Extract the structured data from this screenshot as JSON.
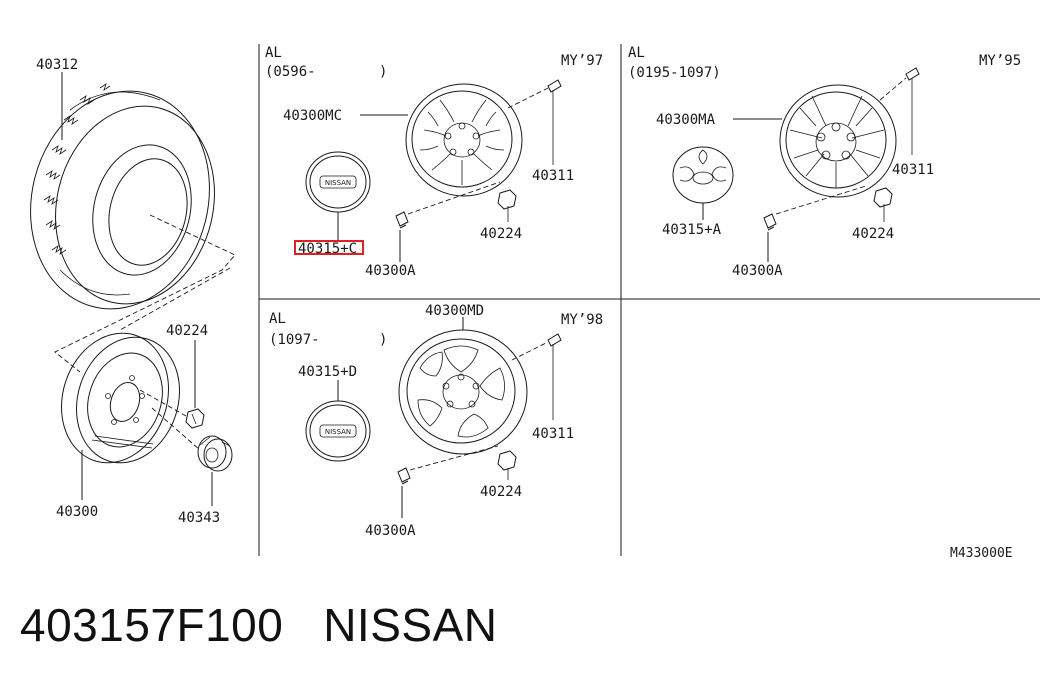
{
  "parts": {
    "tire": "40312",
    "wheel_steel": "40300",
    "nut_left": "40224",
    "cap_steel": "40343",
    "sec1_range_a": "AL",
    "sec1_range_b": "(0596-",
    "sec1_range_c": ")",
    "sec1_my": "MY’97",
    "sec1_wheel": "40300MC",
    "sec1_bolt": "40311",
    "sec1_nut": "40224",
    "sec1_cap": "40315+C",
    "sec1_weight": "40300A",
    "sec2_range_a": "AL",
    "sec2_range_b": "(0195-1097)",
    "sec2_my": "MY’95",
    "sec2_wheel": "40300MA",
    "sec2_bolt": "40311",
    "sec2_nut": "40224",
    "sec2_cap": "40315+A",
    "sec2_weight": "40300A",
    "sec3_range_a": "AL",
    "sec3_range_b": "(1097-",
    "sec3_range_c": ")",
    "sec3_my": "MY’98",
    "sec3_wheel": "40300MD",
    "sec3_bolt": "40311",
    "sec3_nut": "40224",
    "sec3_cap": "40315+D",
    "sec3_weight": "40300A",
    "diagram_code": "M433000E"
  },
  "emblem_text": "NISSAN",
  "highlight_color": "#e02020",
  "caption": {
    "part_number": "403157F100",
    "brand": "NISSAN"
  }
}
